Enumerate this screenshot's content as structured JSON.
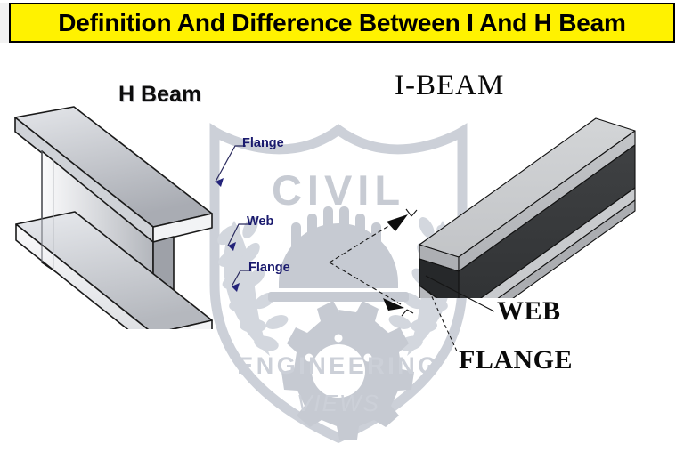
{
  "title": {
    "text": "Definition And Difference Between I And H Beam",
    "background_color": "#FFF200",
    "text_color": "#000000",
    "border_color": "#000000"
  },
  "sections": {
    "left": {
      "heading": "H Beam",
      "heading_color": "#0d0d0d",
      "callouts": [
        {
          "label": "Flange",
          "target": "top-flange"
        },
        {
          "label": "Web",
          "target": "web"
        },
        {
          "label": "Flange",
          "target": "bottom-flange"
        }
      ],
      "callout_color": "#1a1a6e",
      "beam_colors": {
        "top_face": "#d6d8dc",
        "front_face": "#b9bcc2",
        "side_face": "#9b9ea5",
        "outline": "#1a1a1a"
      }
    },
    "right": {
      "heading": "I-BEAM",
      "heading_color": "#0a0a0a",
      "callouts": [
        {
          "label": "WEB",
          "target": "web"
        },
        {
          "label": "FLANGE",
          "target": "flange"
        }
      ],
      "callout_color": "#0a0a0a",
      "beam_colors": {
        "flange_top": "#c9cbcd",
        "flange_front": "#b3b5b8",
        "web_face": "#3a3c3e",
        "web_shadow": "#2b2d2f",
        "outline": "#101010"
      }
    }
  },
  "watermark": {
    "line1": "CIVIL",
    "line2": "ENGINEERING",
    "line3": "VIEWS",
    "color": "#ccd0d8",
    "shape": "shield-with-laurel-and-gear"
  },
  "background_color": "#ffffff"
}
